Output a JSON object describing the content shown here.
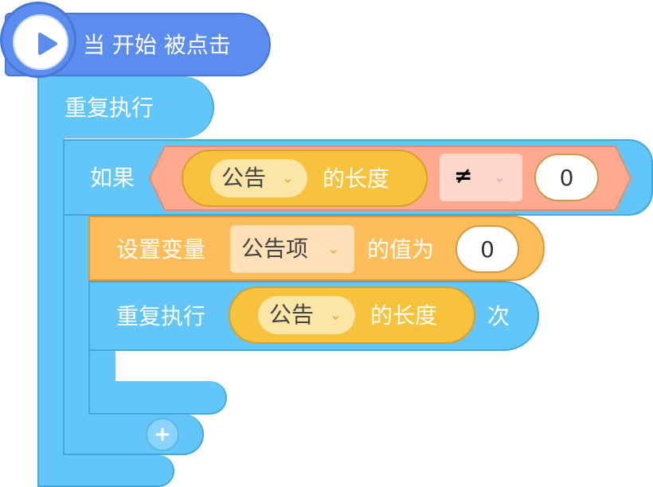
{
  "hat": {
    "label": "当 开始 被点击",
    "icon": "play-flag-icon"
  },
  "forever": {
    "label": "重复执行"
  },
  "if_block": {
    "label": "如果",
    "condition": {
      "length_of": {
        "list": "公告",
        "suffix": "的长度"
      },
      "operator": "≠",
      "value": "0"
    },
    "add_icon": "+"
  },
  "set_block": {
    "label": "设置变量",
    "variable": "公告项",
    "middle": "的值为",
    "value": "0"
  },
  "repeat_n": {
    "label": "重复执行",
    "list": "公告",
    "suffix": "的长度",
    "tail": "次"
  },
  "colors": {
    "events": "#5b8cf0",
    "control": "#62c6f9",
    "operator": "#ffaa8f",
    "data": "#f7c33c",
    "variable": "#ffbd5a"
  },
  "chevron": "⌄"
}
